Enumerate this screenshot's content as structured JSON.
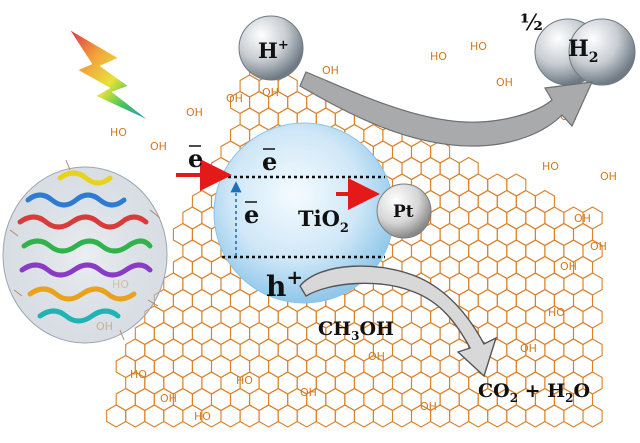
{
  "labels": {
    "h_plus_top": "H",
    "h_plus_top_sup": "+",
    "half": "½",
    "h2": "H",
    "h2_sub": "2",
    "e_left": "e",
    "e_top": "e",
    "e_mid": "e",
    "tio2": "TiO",
    "tio2_sub": "2",
    "pt": "Pt",
    "hole": "h",
    "hole_sup": "+",
    "methanol": "CH",
    "methanol_sub": "3",
    "methanol_tail": "OH",
    "products_co": "CO",
    "products_co_sub": "2",
    "products_plus": " + H",
    "products_h_sub": "2",
    "products_o": "O"
  },
  "graphene_oh": [
    "OH",
    "HO",
    "OH",
    "HO",
    "OH",
    "OH",
    "HO",
    "OH",
    "OH",
    "HO",
    "OH",
    "OH",
    "OH",
    "OH",
    "HO",
    "OH",
    "HO",
    "HO",
    "OH",
    "OH",
    "OH",
    "HO",
    "OH",
    "HO",
    "OH",
    "OH"
  ],
  "colors": {
    "graphene": "#d9822b",
    "tio2_fill": "#cfe7f7",
    "tio2_edge": "#8cc4ea",
    "electron_arrow": "#e41a1a",
    "transfer_arrow": "#1d6fb8",
    "curved_arrow": "#a9aaab",
    "sphere_gray": "#c9ced3"
  }
}
